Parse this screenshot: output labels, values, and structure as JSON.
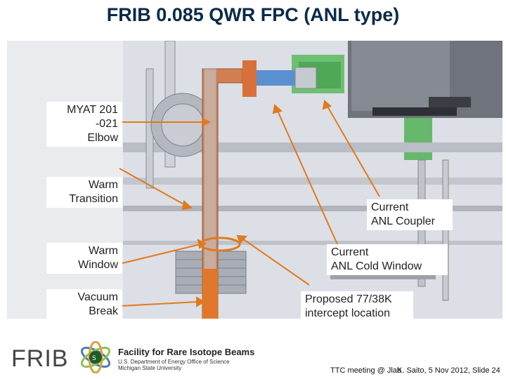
{
  "title": "FRIB 0.085 QWR FPC (ANL type)",
  "labels": {
    "myat_line1": "MYAT 201",
    "myat_line2": "-021",
    "myat_line3": "Elbow",
    "warm_transition_line1": "Warm",
    "warm_transition_line2": "Transition",
    "warm_window_line1": "Warm",
    "warm_window_line2": "Window",
    "vacuum_break_line1": "Vacuum",
    "vacuum_break_line2": "Break",
    "current_coupler_line1": "Current",
    "current_coupler_line2": "ANL Coupler",
    "current_cold_window_line1": "Current",
    "current_cold_window_line2": "ANL Cold Window",
    "proposed_line1": "Proposed 77/38K",
    "proposed_line2": "intercept location"
  },
  "footer": {
    "logo_text": "FRIB",
    "facility_name": "Facility for Rare Isotope Beams",
    "facility_sub1": "U.S. Department of Energy Office of Science",
    "facility_sub2": "Michigan State University",
    "meeting": "TTC meeting @ Jlab",
    "author_slide": "K. Saito, 5 Nov 2012,  Slide 24"
  },
  "colors": {
    "title": "#0b2a4a",
    "arrow": "#e07a1f",
    "copper": "#c96a35",
    "photo_bg": "#d9dce2"
  }
}
